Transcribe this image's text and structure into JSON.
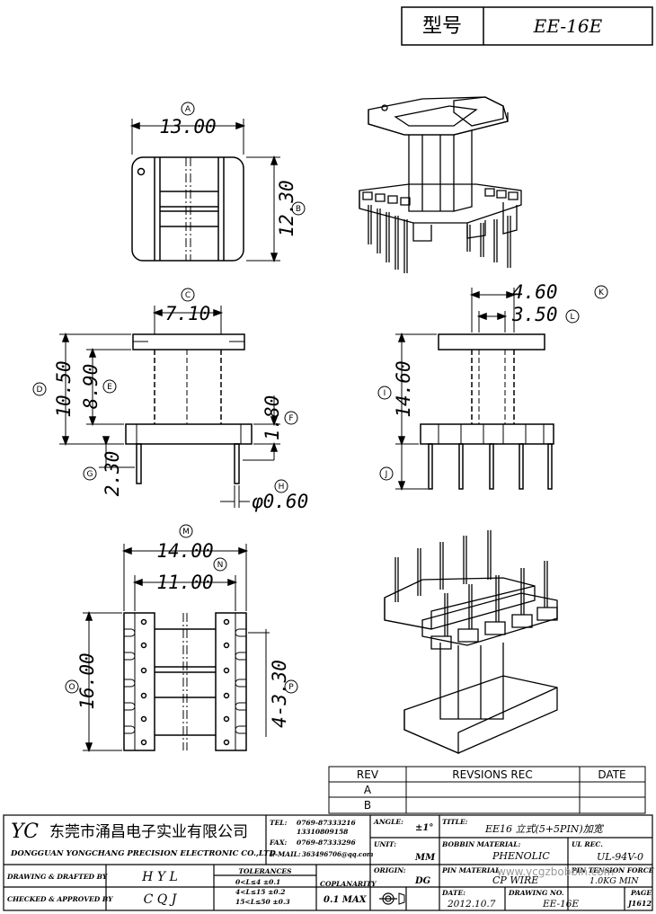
{
  "header": {
    "type_label": "型号",
    "model": "EE-16E"
  },
  "dimensions": {
    "A": "13.00",
    "B": "12.30",
    "C": "7.10",
    "D": "10.50",
    "E": "8.90",
    "F": "1.80",
    "G": "2.30",
    "H": "φ0.60",
    "I": "14.60",
    "K": "4.60",
    "L": "3.50",
    "M": "14.00",
    "N": "11.00",
    "O": "16.00",
    "P": "4-3.30"
  },
  "callouts": [
    "A",
    "B",
    "C",
    "D",
    "E",
    "F",
    "G",
    "H",
    "I",
    "J",
    "K",
    "L",
    "M",
    "N",
    "O",
    "P"
  ],
  "revisions": {
    "rev_header": "REV",
    "rec_header": "REVSIONS REC",
    "date_header": "DATE",
    "rows": [
      "A",
      "B"
    ]
  },
  "title_block": {
    "logo": "YC",
    "company_cn": "东莞市涌昌电子实业有限公司",
    "company_en": "DONGGUAN YONGCHANG PRECISION ELECTRONIC CO.,LTD",
    "tel_label": "TEL:",
    "tel1": "0769-87333216",
    "tel2": "13310809158",
    "fax_label": "FAX:",
    "fax": "0769-87333296",
    "email_label": "E-MAIL:",
    "email": "363496706@qq.com",
    "angle_label": "ANGLE:",
    "angle": "±1°",
    "title_label": "TITLE:",
    "title": "EE16 立式(5+5PIN)加宽",
    "unit_label": "UNIT:",
    "unit": "MM",
    "bobbin_label": "BOBBIN MATERIAL:",
    "bobbin": "PHENOLIC",
    "ul_label": "UL REC.",
    "ul": "UL-94V-0",
    "drawn_label": "DRAWING & DRAFTED BY",
    "drawn_by": "H Y L",
    "tol_label": "TOLERANCES",
    "tol1": "0<L≤4   ±0.1",
    "tol2": "4<L≤15  ±0.2",
    "tol3": "15<L≤50  ±0.3",
    "copl_label": "COPLANARITY",
    "copl": "0.1 MAX",
    "origin_label": "ORIGIN:",
    "origin": "DG",
    "pin_label": "PIN MATERIAL",
    "pin": "CP WIRE",
    "tension_label": "PIN TENSION FORCE",
    "tension": "1.0KG MIN",
    "checked_label": "CHECKED & APPROVED BY",
    "checked_by": "C Q J",
    "date_label": "DATE:",
    "date": "2012.10.7",
    "drawing_no_label": "DRAWING NO.",
    "drawing_no": "EE-16E",
    "page_label": "PAGE",
    "page": "J1612",
    "watermark": "www.ycgzbobbin.com"
  }
}
